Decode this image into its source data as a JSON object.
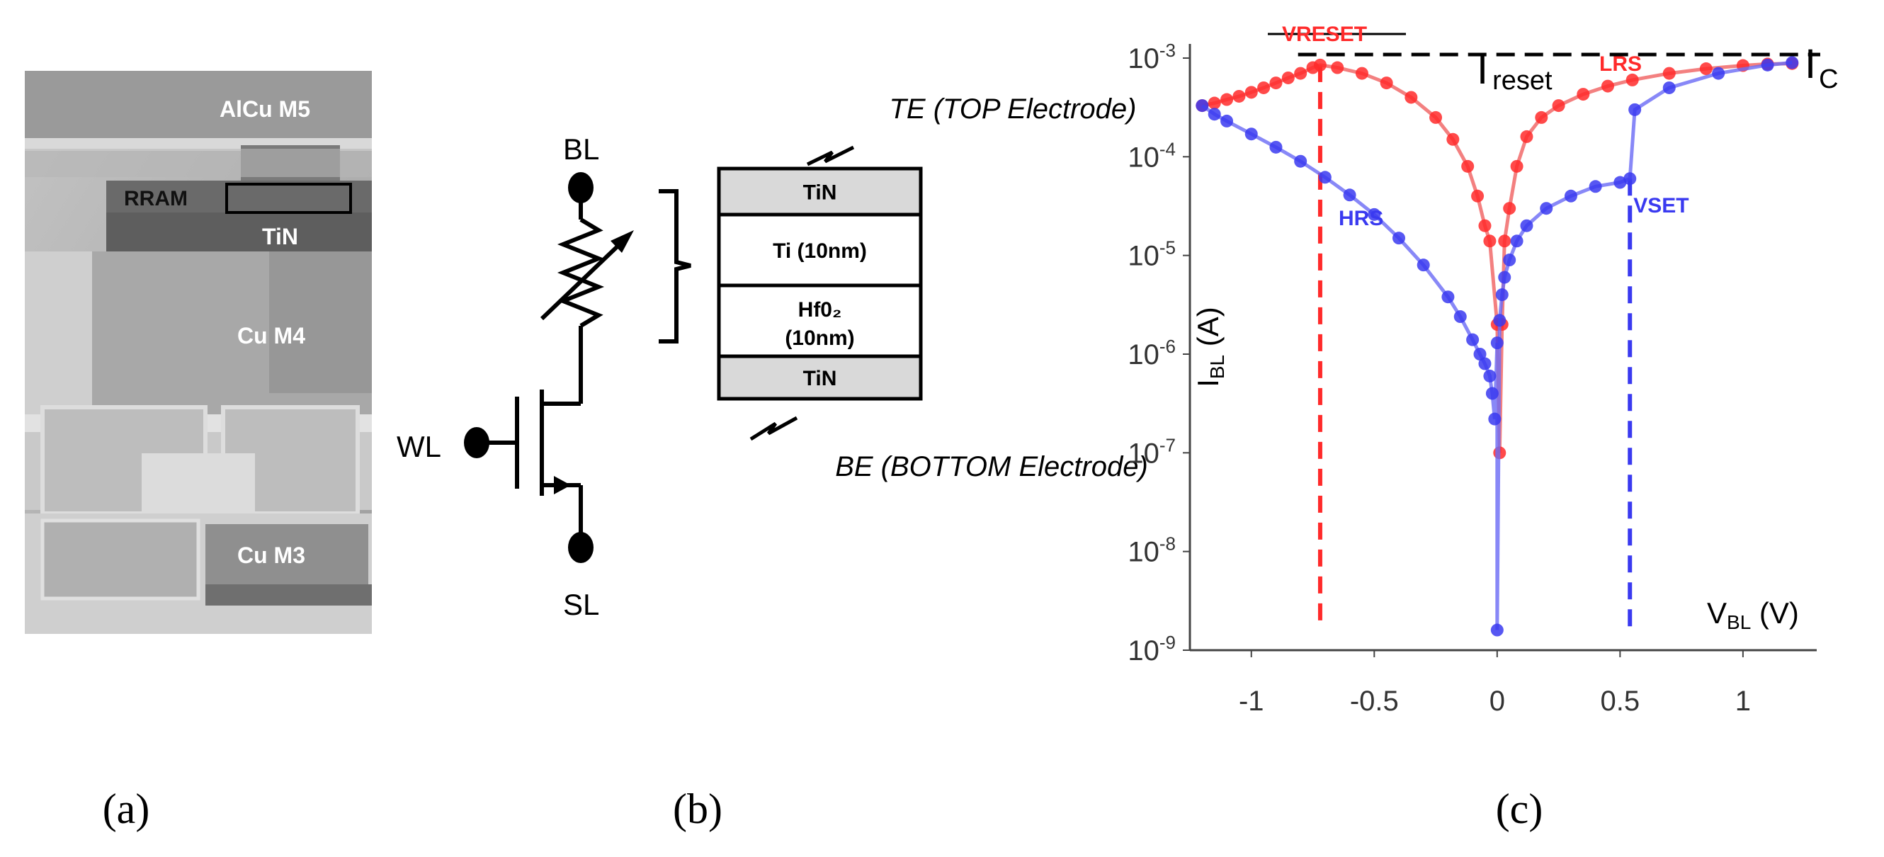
{
  "panels": {
    "a": {
      "caption": "(a)",
      "layer_labels": [
        "AlCu M5",
        "RRAM",
        "TiN",
        "Cu M4",
        "Cu M3"
      ]
    },
    "b": {
      "caption": "(b)",
      "terminals": {
        "bl": "BL",
        "wl": "WL",
        "sl": "SL"
      },
      "te_label": "TE (TOP Electrode)",
      "be_label": "BE  (BOTTOM Electrode)",
      "stack": [
        {
          "label": "TiN",
          "fill": "#d9d9d9"
        },
        {
          "label": "Ti (10nm)",
          "fill": "#ffffff"
        },
        {
          "label": "Hf0₂",
          "label2": "(10nm)",
          "fill": "#ffffff"
        },
        {
          "label": "TiN",
          "fill": "#d9d9d9"
        }
      ]
    },
    "c": {
      "caption": "(c)"
    }
  },
  "chart_data": {
    "type": "scatter",
    "x_axis": {
      "ticks": [
        -1,
        -0.5,
        0,
        0.5,
        1
      ],
      "tick_labels": [
        "-1",
        "-0.5",
        "0",
        "0.5",
        "1"
      ],
      "range": [
        -1.25,
        1.3
      ]
    },
    "y_axis": {
      "scale": "log",
      "range": [
        1e-09,
        0.001
      ],
      "tick_exponents": [
        -3,
        -4,
        -5,
        -6,
        -7,
        -8,
        -9
      ],
      "tick_base": "10"
    },
    "ylabel": {
      "main": "I",
      "sub": "BL",
      "unit": " (A)"
    },
    "xlabel": {
      "main": "V",
      "sub": "BL",
      "unit": " (V)"
    },
    "annotations": {
      "vreset": "VRESET",
      "vset": "VSET",
      "hrs": "HRS",
      "lrs": "LRS",
      "ireset_main": "I",
      "ireset_sub": "reset",
      "ic_main": "I",
      "ic_sub": "C"
    },
    "vreset_x": -0.72,
    "vset_x": 0.54,
    "compliance_current": 0.001,
    "colors": {
      "red": "#ff2a2a",
      "blue": "#3a3af0",
      "red_line": "#f06060",
      "blue_line": "#6a6af5"
    },
    "series": [
      {
        "name": "LRS",
        "color": "red",
        "x": [
          -1.2,
          -1.15,
          -1.1,
          -1.05,
          -1.0,
          -0.95,
          -0.9,
          -0.85,
          -0.8,
          -0.75,
          -0.72,
          -0.65,
          -0.55,
          -0.45,
          -0.35,
          -0.25,
          -0.18,
          -0.12,
          -0.08,
          -0.05,
          -0.03,
          0.0,
          0.01,
          0.02,
          0.03,
          0.05,
          0.08,
          0.12,
          0.18,
          0.25,
          0.35,
          0.45,
          0.55,
          0.7,
          0.85,
          1.0,
          1.1,
          1.2
        ],
        "y": [
          0.00033,
          0.00035,
          0.00038,
          0.00041,
          0.00045,
          0.0005,
          0.00056,
          0.00063,
          0.0007,
          0.0008,
          0.00085,
          0.0008,
          0.0007,
          0.00056,
          0.0004,
          0.00025,
          0.00015,
          8e-05,
          4e-05,
          2e-05,
          1.4e-05,
          2e-06,
          1e-07,
          2e-06,
          1.4e-05,
          3e-05,
          8e-05,
          0.00016,
          0.00025,
          0.00033,
          0.00043,
          0.00052,
          0.0006,
          0.0007,
          0.00078,
          0.00084,
          0.00087,
          0.00088
        ]
      },
      {
        "name": "HRS",
        "color": "blue",
        "x": [
          -1.2,
          -1.15,
          -1.1,
          -1.0,
          -0.9,
          -0.8,
          -0.7,
          -0.6,
          -0.5,
          -0.4,
          -0.3,
          -0.2,
          -0.15,
          -0.1,
          -0.07,
          -0.05,
          -0.03,
          -0.02,
          -0.01,
          0.0,
          0.0,
          0.01,
          0.02,
          0.03,
          0.05,
          0.08,
          0.12,
          0.2,
          0.3,
          0.4,
          0.5,
          0.54,
          0.56,
          0.7,
          0.9,
          1.1,
          1.2
        ],
        "y": [
          0.00033,
          0.00027,
          0.00023,
          0.00017,
          0.000125,
          9e-05,
          6.2e-05,
          4.1e-05,
          2.6e-05,
          1.5e-05,
          8e-06,
          3.8e-06,
          2.4e-06,
          1.4e-06,
          1e-06,
          8e-07,
          6e-07,
          4e-07,
          2.2e-07,
          1.3e-06,
          1.6e-09,
          2.2e-06,
          4e-06,
          6e-06,
          9e-06,
          1.4e-05,
          2e-05,
          3e-05,
          4e-05,
          5e-05,
          5.5e-05,
          6e-05,
          0.0003,
          0.0005,
          0.0007,
          0.00085,
          0.0009
        ]
      }
    ]
  }
}
